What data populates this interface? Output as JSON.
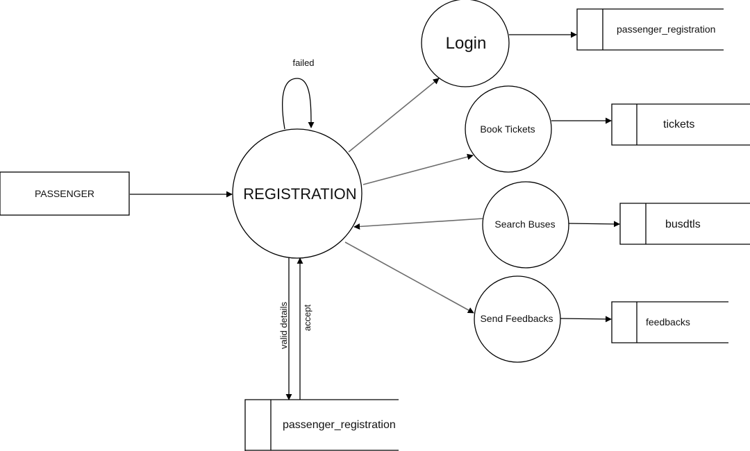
{
  "nodes": {
    "passenger": "PASSENGER",
    "registration": "REGISTRATION",
    "login": "Login",
    "book_tickets": "Book Tickets",
    "search_buses": "Search Buses",
    "send_feedbacks": "Send Feedbacks"
  },
  "stores": {
    "login_store": "passenger_registration",
    "tickets": "tickets",
    "busdtls": "busdtls",
    "feedbacks": "feedbacks",
    "registration_store": "passenger_registration"
  },
  "edge_labels": {
    "failed": "failed",
    "valid_details": "valid details",
    "accept": "accept"
  }
}
